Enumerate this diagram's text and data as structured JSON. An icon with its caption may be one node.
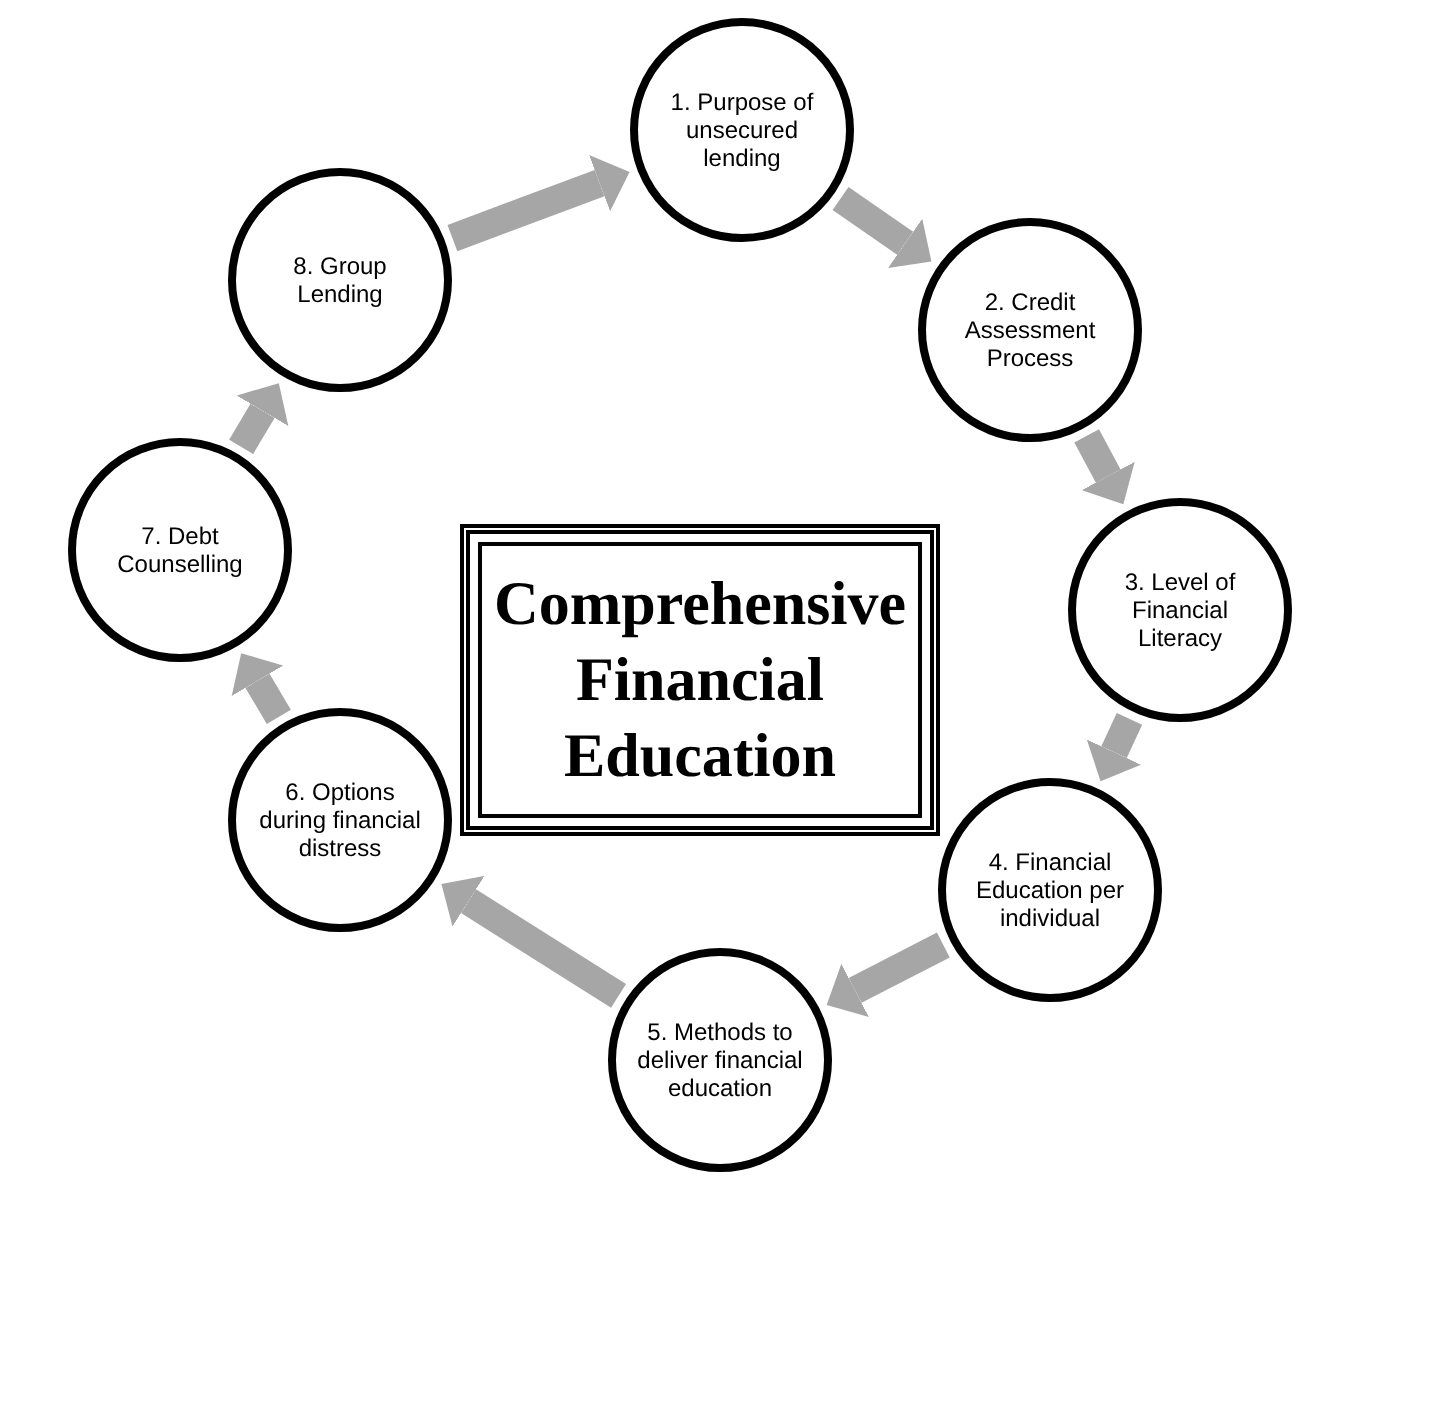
{
  "diagram": {
    "nodes": [
      {
        "text": [
          "Comprehensive Financial Education"
        ]
      },
      {
        "text": [
          "1. Purpose of unsecured lending"
        ]
      },
      {
        "text": [
          "2. Credit Assessment Process"
        ]
      },
      {
        "text": [
          "3. Level of Financial Literacy"
        ]
      },
      {
        "text": [
          "4. Financial Education per individual"
        ]
      },
      {
        "text": [
          "5. Methods to deliver financial education"
        ]
      },
      {
        "text": [
          "6. Options during financial distress"
        ]
      },
      {
        "text": [
          "7. Debt Counselling"
        ]
      },
      {
        "text": [
          "8. Group Lending"
        ]
      }
    ],
    "edges": [
      {
        "from": 8,
        "to": 1,
        "arrow": "to"
      },
      {
        "from": 1,
        "to": 2,
        "arrow": "to"
      },
      {
        "from": 2,
        "to": 3,
        "arrow": "to"
      },
      {
        "from": 3,
        "to": 4,
        "arrow": "to"
      },
      {
        "from": 4,
        "to": 5,
        "arrow": "to"
      },
      {
        "from": 5,
        "to": 6,
        "arrow": "to"
      },
      {
        "from": 6,
        "to": 7,
        "arrow": "to"
      },
      {
        "from": 7,
        "to": 8,
        "arrow": "to"
      }
    ]
  }
}
